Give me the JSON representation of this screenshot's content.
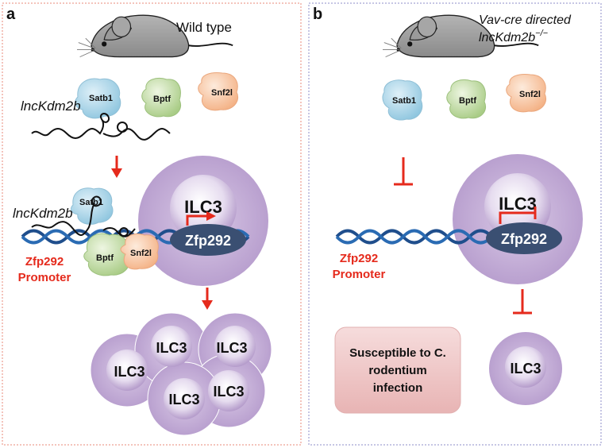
{
  "panels": {
    "a": {
      "label": "a",
      "mouse_caption": "Wild type",
      "lncrna": "lncKdm2b",
      "proteins": {
        "satb1": "Satb1",
        "bptf": "Bptf",
        "snf2l": "Snf2l"
      },
      "cell_label": "ILC3",
      "gene": "Zfp292",
      "promoter_line1": "Zfp292",
      "promoter_line2": "Promoter",
      "expanded_cells": [
        "ILC3",
        "ILC3",
        "ILC3",
        "ILC3",
        "ILC3"
      ]
    },
    "b": {
      "label": "b",
      "mouse_caption_line1": "Vav-cre directed",
      "mouse_caption_line2": "lncKdm2b",
      "mouse_caption_sup": "−/−",
      "proteins": {
        "satb1": "Satb1",
        "bptf": "Bptf",
        "snf2l": "Snf2l"
      },
      "cell_label": "ILC3",
      "gene": "Zfp292",
      "promoter_line1": "Zfp292",
      "promoter_line2": "Promoter",
      "outcome_line1": "Susceptible to C.",
      "outcome_line2": "rodentium",
      "outcome_line3": "infection",
      "reduced_cell": "ILC3"
    }
  },
  "colors": {
    "arrow_red": "#e52a1c",
    "dna": "#1f4e8c",
    "cell_outer": "#c4aed6",
    "nucleus": "#3a4f72",
    "satb1": "#a9d7eb",
    "bptf": "#c8e0a8",
    "snf2l": "#f8c9a4",
    "outcome_box": "#f0c7c7",
    "panel_a_border": "#e88a7a",
    "panel_b_border": "#8c8cc8"
  }
}
